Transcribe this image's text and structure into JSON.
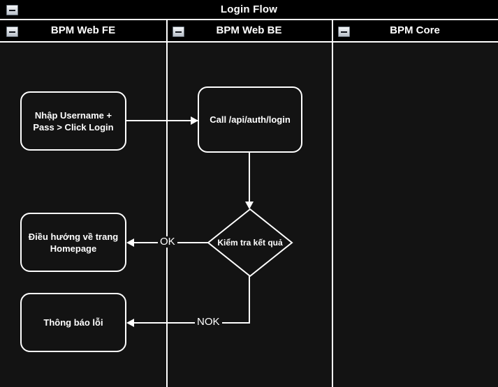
{
  "diagram": {
    "pool_title": "Login Flow",
    "type": "bpmn-swimlane-flowchart",
    "colors": {
      "background": "#131313",
      "header": "#000000",
      "stroke": "#ffffff",
      "text": "#ffffff"
    },
    "lanes": [
      {
        "name": "lane-bpm-web-fe",
        "label": "BPM Web FE",
        "collapse_icon": "minus-icon"
      },
      {
        "name": "lane-bpm-web-be",
        "label": "BPM Web BE",
        "collapse_icon": "minus-icon"
      },
      {
        "name": "lane-bpm-core",
        "label": "BPM Core",
        "collapse_icon": "minus-icon"
      }
    ],
    "nodes": [
      {
        "id": "task-input-credentials",
        "lane": "BPM Web FE",
        "shape": "task",
        "label": "Nhập Username + Pass > Click Login"
      },
      {
        "id": "task-call-login-api",
        "lane": "BPM Web BE",
        "shape": "task",
        "label": "Call /api/auth/login"
      },
      {
        "id": "gateway-check-result",
        "lane": "BPM Web BE",
        "shape": "diamond",
        "label": "Kiểm tra kết quả"
      },
      {
        "id": "task-redirect-homepage",
        "lane": "BPM Web FE",
        "shape": "task",
        "label": "Điều hướng về trang Homepage"
      },
      {
        "id": "task-show-error",
        "lane": "BPM Web FE",
        "shape": "task",
        "label": "Thông báo lỗi"
      }
    ],
    "edges": [
      {
        "from": "task-input-credentials",
        "to": "task-call-login-api",
        "label": ""
      },
      {
        "from": "task-call-login-api",
        "to": "gateway-check-result",
        "label": ""
      },
      {
        "from": "gateway-check-result",
        "to": "task-redirect-homepage",
        "label": "OK"
      },
      {
        "from": "gateway-check-result",
        "to": "task-show-error",
        "label": "NOK"
      }
    ],
    "edge_labels": {
      "ok": "OK",
      "nok": "NOK"
    }
  }
}
